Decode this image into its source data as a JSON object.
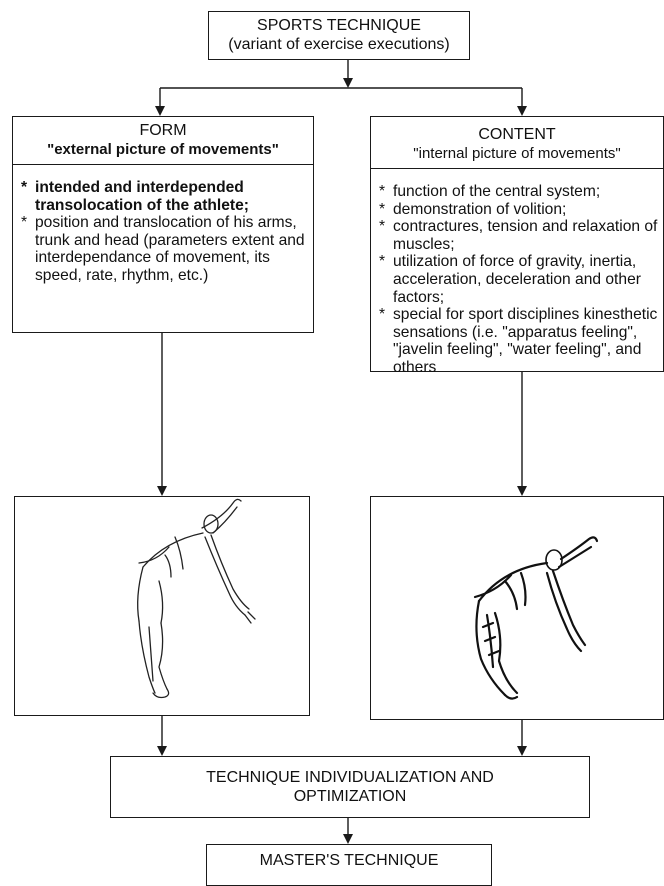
{
  "top_box": {
    "title": "SPORTS TECHNIQUE",
    "subtitle": "(variant of exercise executions)"
  },
  "form_box": {
    "title": "FORM",
    "subtitle": "\"external picture of movements\"",
    "items": [
      "intended and interdepended transolocation of the athlete;",
      "position and translocation of his arms, trunk and head (parameters extent and interdependance of movement, its speed, rate, rhythm, etc.)"
    ]
  },
  "content_box": {
    "title": "CONTENT",
    "subtitle": "\"internal picture of movements\"",
    "items": [
      "function of the central system;",
      "demonstration of volition;",
      "contractures, tension and relaxation of muscles;",
      "utilization of force of gravity, inertia, acceleration, deceleration and other factors;",
      "special for sport disciplines kinesthetic sensations (i.e. \"apparatus feeling\", \"javelin feeling\", \"water feeling\", and others"
    ]
  },
  "bullet_marker": "*",
  "left_image": {
    "icon": "athlete-outline-figure"
  },
  "right_image": {
    "icon": "athlete-muscle-figure"
  },
  "optimization_box": {
    "title": "TECHNIQUE INDIVIDUALIZATION AND OPTIMIZATION"
  },
  "master_box": {
    "title": "MASTER'S TECHNIQUE"
  }
}
